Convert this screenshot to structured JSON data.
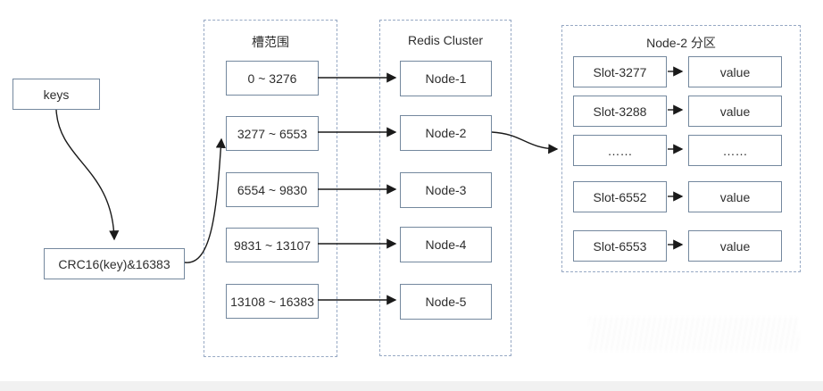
{
  "colors": {
    "box_border": "#74889e",
    "container_border": "#97a9c4",
    "arrow": "#1a1a1a",
    "text": "#2e2e2e",
    "bottom_bar": "#f1f1f1"
  },
  "flow": {
    "keys_label": "keys",
    "crc_label": "CRC16(key)&16383"
  },
  "slot_ranges": {
    "title": "槽范围",
    "items": [
      "0 ~ 3276",
      "3277 ~ 6553",
      "6554 ~ 9830",
      "9831 ~ 13107",
      "13108 ~ 16383"
    ]
  },
  "cluster": {
    "title": "Redis Cluster",
    "nodes": [
      "Node-1",
      "Node-2",
      "Node-3",
      "Node-4",
      "Node-5"
    ]
  },
  "partition": {
    "title": "Node-2 分区",
    "rows": [
      {
        "slot": "Slot-3277",
        "value": "value"
      },
      {
        "slot": "Slot-3288",
        "value": "value"
      },
      {
        "slot": "……",
        "value": "……"
      },
      {
        "slot": "Slot-6552",
        "value": "value"
      },
      {
        "slot": "Slot-6553",
        "value": "value"
      }
    ]
  }
}
